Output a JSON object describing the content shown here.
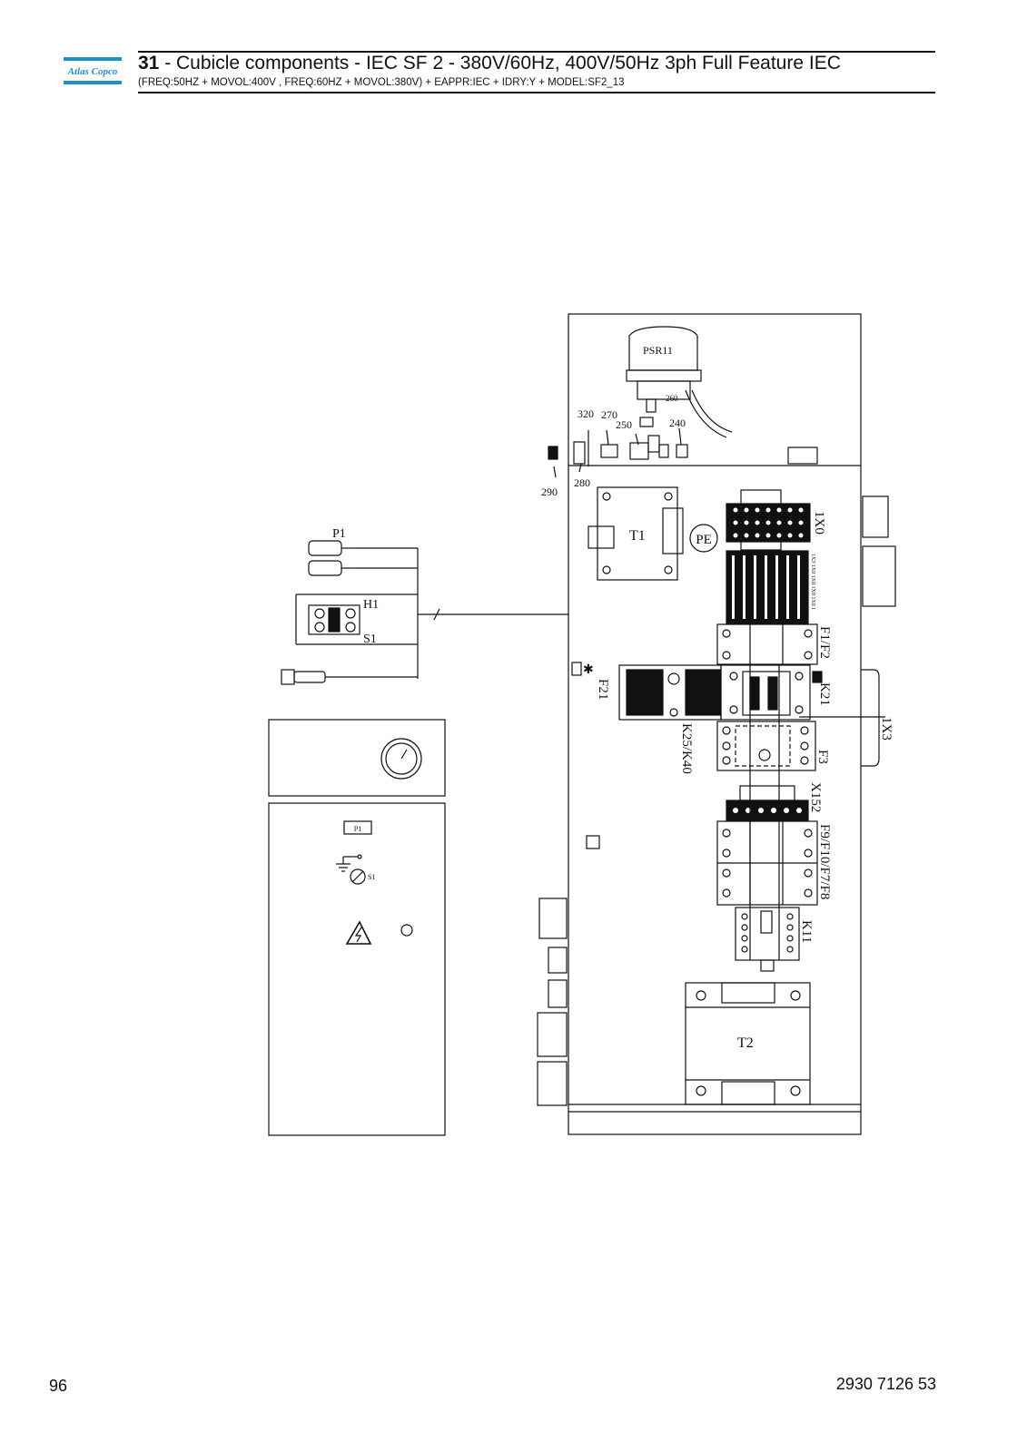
{
  "header": {
    "brand": "Atlas Copco",
    "section_number": "31",
    "title_rest": " - Cubicle components - IEC SF 2 - 380V/60Hz, 400V/50Hz 3ph Full Feature IEC",
    "subtitle": "(FREQ:50HZ + MOVOL:400V , FREQ:60HZ + MOVOL:380V) + EAPPR:IEC + IDRY:Y + MODEL:SF2_13"
  },
  "footer": {
    "page_number": "96",
    "doc_number": "2930 7126 53"
  },
  "diagram": {
    "labels": {
      "psr11": "PSR11",
      "l260": "260",
      "l320": "320",
      "l270": "270",
      "l250": "250",
      "l240": "240",
      "l290": "290",
      "l280": "280",
      "t1": "T1",
      "pe": "PE",
      "x1x0": "1X0",
      "small_terms": "1X3 1X0 1X0 1X0 1X0 1",
      "f1f2": "F1/F2",
      "k21": "K21",
      "f21": "F21",
      "k25k40": "K25/K40",
      "x1x3": "1X3",
      "f3": "F3",
      "x152": "X152",
      "f9f10": "F9/F10/F7/F8",
      "k11": "K11",
      "t2": "T2",
      "p1": "P1",
      "h1": "H1",
      "s1": "S1",
      "p1_small": "P1",
      "s1_small": "S1",
      "star": "✱"
    }
  }
}
